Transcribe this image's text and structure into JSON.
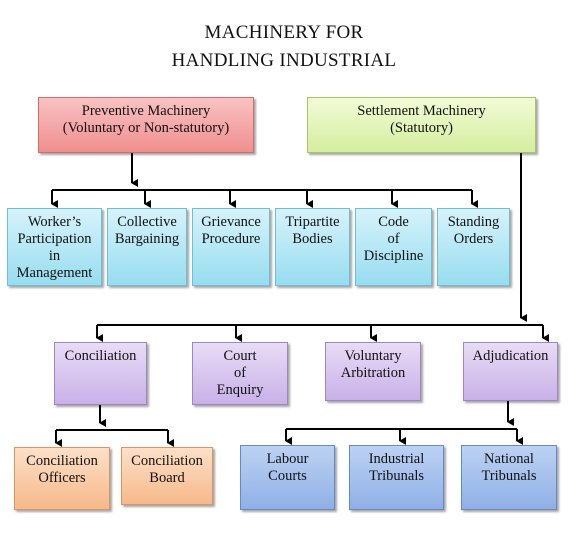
{
  "title": {
    "line1": "MACHINERY FOR",
    "line2": "HANDLING INDUSTRIAL"
  },
  "preventive": {
    "label": "Preventive Machinery\n(Voluntary or Non-statutory)"
  },
  "settlement": {
    "label": "Settlement Machinery\n(Statutory)"
  },
  "preventive_items": [
    {
      "label": "Worker’s\nParticipation\nin\nManagement"
    },
    {
      "label": "Collective\nBargaining"
    },
    {
      "label": "Grievance\nProcedure"
    },
    {
      "label": "Tripartite\nBodies"
    },
    {
      "label": "Code\nof\nDiscipline"
    },
    {
      "label": "Standing\nOrders"
    }
  ],
  "settlement_items": [
    {
      "label": "Conciliation"
    },
    {
      "label": "Court\nof\nEnquiry"
    },
    {
      "label": "Voluntary\nArbitration"
    },
    {
      "label": "Adjudication"
    }
  ],
  "conciliation_items": [
    {
      "label": "Conciliation\nOfficers"
    },
    {
      "label": "Conciliation\nBoard"
    }
  ],
  "adjudication_items": [
    {
      "label": "Labour\nCourts"
    },
    {
      "label": "Industrial\nTribunals"
    },
    {
      "label": "National\nTribunals"
    }
  ],
  "colors": {
    "preventive": "#f08f8f",
    "settlement": "#d5eea0",
    "preventive_items": "#97ddf0",
    "settlement_items": "#c9b1e8",
    "conciliation_items": "#f6b98a",
    "adjudication_items": "#8fb0e6",
    "connector": "#000000"
  }
}
